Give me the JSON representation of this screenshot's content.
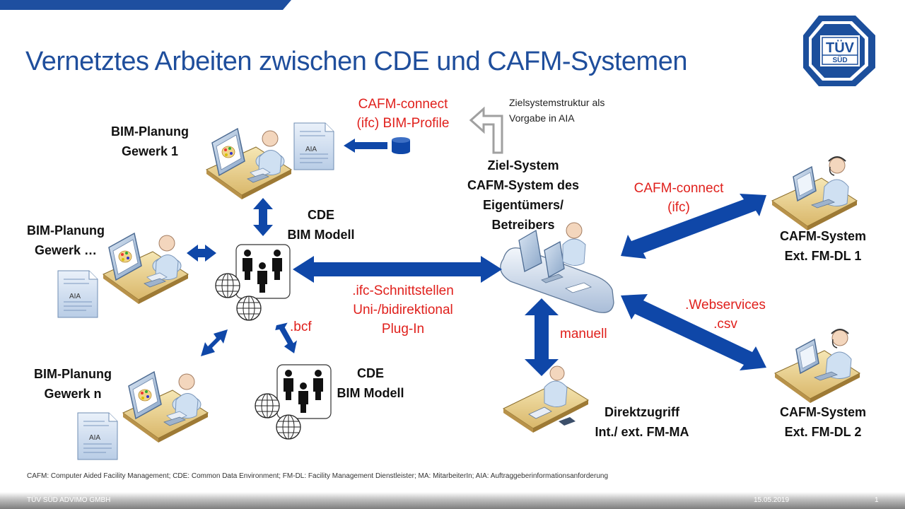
{
  "slide": {
    "title": "Vernetztes Arbeiten zwischen CDE und CAFM-Systemen",
    "logo": {
      "line1": "TÜV",
      "line2": "SÜD"
    }
  },
  "nodes": {
    "bim1": {
      "line1": "BIM-Planung",
      "line2": "Gewerk 1"
    },
    "bim2": {
      "line1": "BIM-Planung",
      "line2": "Gewerk …"
    },
    "bimn": {
      "line1": "BIM-Planung",
      "line2": "Gewerk n"
    },
    "cde1": {
      "line1": "CDE",
      "line2": "BIM Modell"
    },
    "cde2": {
      "line1": "CDE",
      "line2": "BIM Modell"
    },
    "ziel": {
      "line1": "Ziel-System",
      "line2": "CAFM-System des",
      "line3": "Eigentümers/",
      "line4": "Betreibers"
    },
    "fm1": {
      "line1": "CAFM-System",
      "line2": "Ext. FM-DL 1"
    },
    "fm2": {
      "line1": "CAFM-System",
      "line2": "Ext. FM-DL 2"
    },
    "direkt": {
      "line1": "Direktzugriff",
      "line2": "Int./ ext. FM-MA"
    }
  },
  "labels": {
    "cafm_connect_bim": {
      "line1": "CAFM-connect",
      "line2": "(ifc) BIM-Profile"
    },
    "zielsystem_note": {
      "line1": "Zielsystemstruktur  als",
      "line2": "Vorgabe in AIA"
    },
    "cafm_connect_ifc": {
      "line1": "CAFM-connect",
      "line2": "(ifc)"
    },
    "ifc_interfaces": {
      "line1": ".ifc-Schnittstellen",
      "line2": "Uni-/bidirektional",
      "line3": "Plug-In"
    },
    "bcf": ".bcf",
    "manuell": "manuell",
    "webservices": {
      "line1": ".Webservices",
      "line2": ".csv"
    }
  },
  "documents": {
    "aia": "AIA"
  },
  "footnote": "CAFM: Computer Aided Facility Management;   CDE: Common Data Environment;    FM-DL: Facility Management  Dienstleister;    MA: MitarbeiterIn;     AIA: Auftraggeberinformationsanforderung",
  "footer": {
    "company": "TÜV SÜD ADVIMO GMBH",
    "date": "15.05.2019",
    "page": "1"
  },
  "colors": {
    "title": "#1f4e9c",
    "arrow": "#0f47a8",
    "accent_red": "#e0201c",
    "logo_blue": "#1c4f9c"
  }
}
